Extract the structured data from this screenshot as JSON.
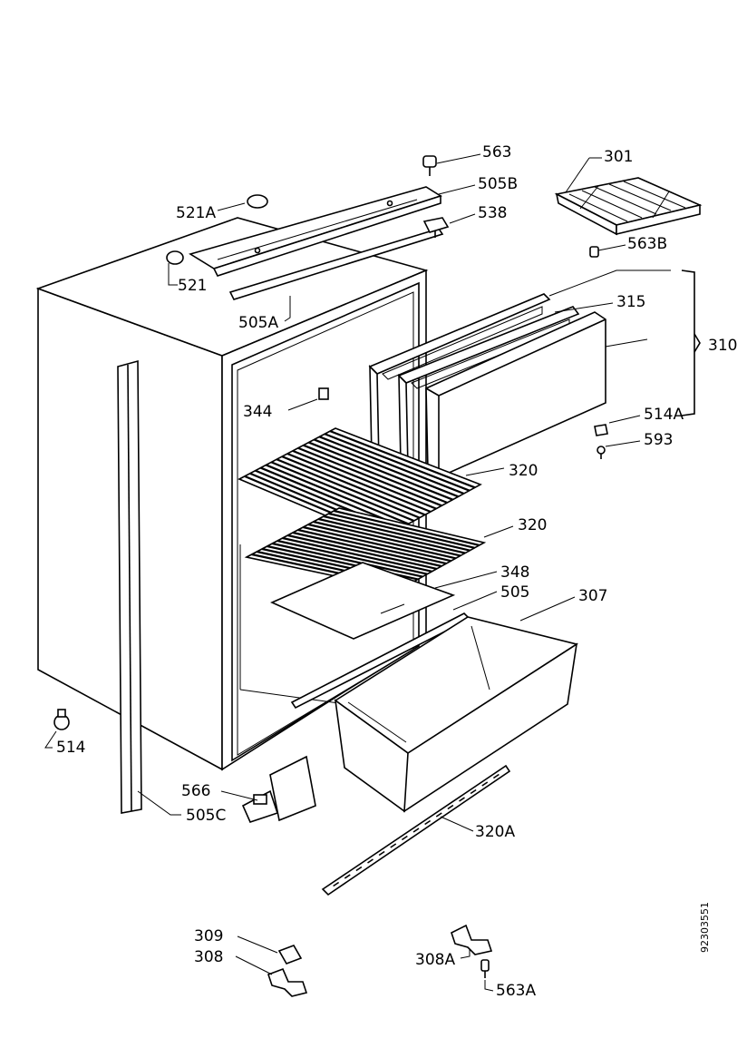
{
  "labels": {
    "p563": "563",
    "p301": "301",
    "p505B": "505B",
    "p521A": "521A",
    "p538": "538",
    "p563B": "563B",
    "p521": "521",
    "p315": "315",
    "p505A": "505A",
    "p310": "310",
    "p344": "344",
    "p514A": "514A",
    "p593": "593",
    "p320a": "320",
    "p320b": "320",
    "p348": "348",
    "p505": "505",
    "p307": "307",
    "p514": "514",
    "p566": "566",
    "p505C": "505C",
    "p320A": "320A",
    "p309": "309",
    "p308": "308",
    "p308A": "308A",
    "p563A": "563A"
  },
  "document_id": "92303551"
}
